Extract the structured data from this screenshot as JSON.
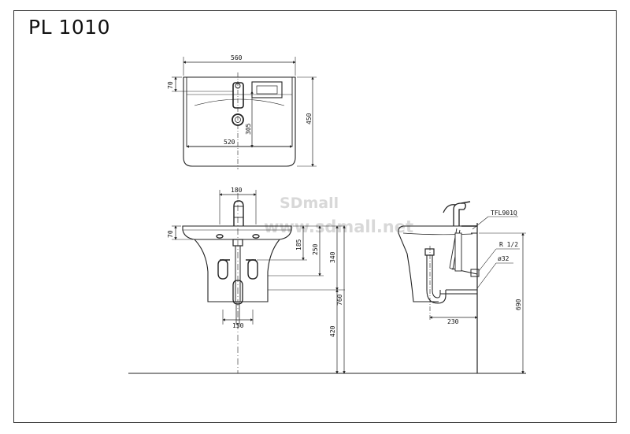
{
  "title": "PL 1010",
  "watermark": {
    "line1": "SDmall",
    "line2": "www.sdmall.net"
  },
  "top_view": {
    "width": "560",
    "depth": "450",
    "back_offset": "70",
    "tap_to_waste": "305",
    "inner_width": "520"
  },
  "front_view": {
    "tap_spacing": "180",
    "back_height": "70",
    "dim_185": "185",
    "dim_250": "250",
    "dim_340": "340",
    "overall_height": "760",
    "floor_to_trap": "420",
    "trap_width": "150"
  },
  "side_view": {
    "faucet_model": "TFL901Q",
    "thread": "R 1/2",
    "pipe_diameter": "ø32",
    "projection": "230",
    "rim_height": "690"
  },
  "colors": {
    "line": "#222222",
    "watermark": "#d8d8d8"
  }
}
